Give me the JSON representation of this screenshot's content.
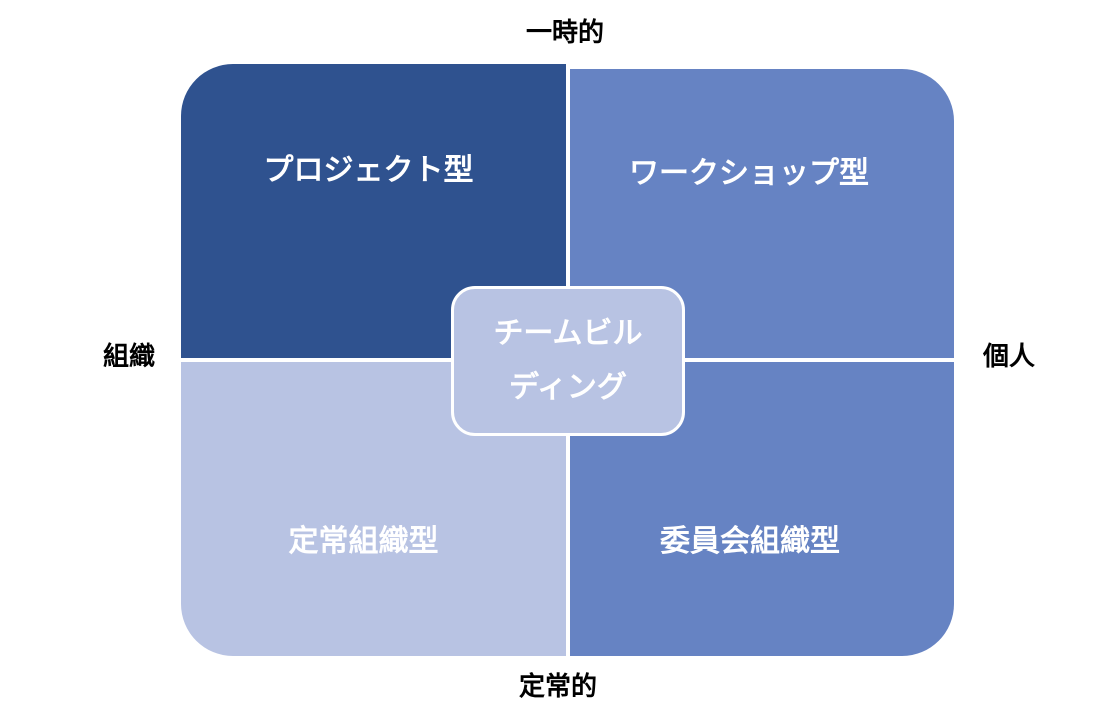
{
  "axes": {
    "top": "一時的",
    "bottom": "定常的",
    "left": "組織",
    "right": "個人"
  },
  "quadrants": {
    "top_left": {
      "label": "プロジェクト型",
      "color": "#2f528f"
    },
    "top_right": {
      "label": "ワークショップ型",
      "color": "#6683c3"
    },
    "bottom_left": {
      "label": "定常組織型",
      "color": "#b8c3e3"
    },
    "bottom_right": {
      "label": "委員会組織型",
      "color": "#6683c3"
    }
  },
  "center": {
    "line1": "チームビル",
    "line2": "ディング",
    "color": "#b8c3e3"
  }
}
